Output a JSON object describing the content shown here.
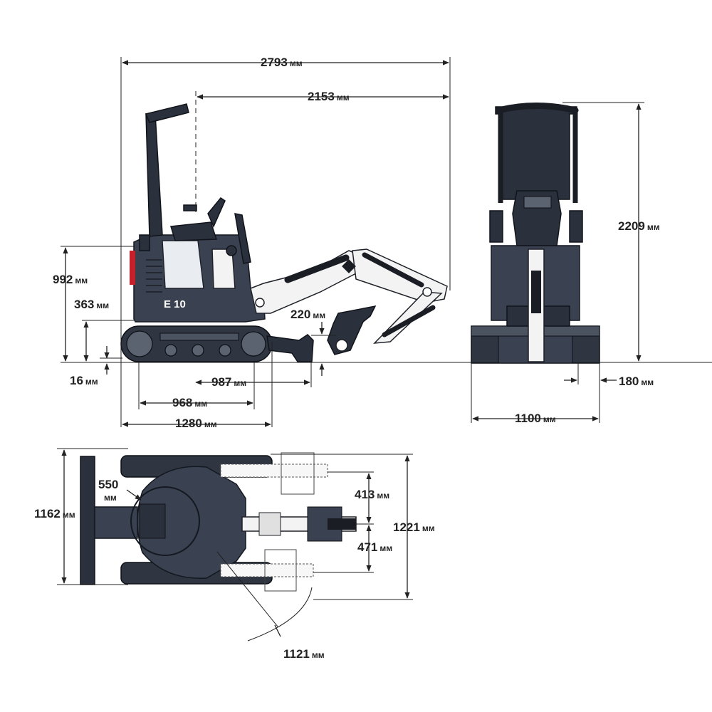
{
  "model_badge": "E 10",
  "unit": "мм",
  "colors": {
    "machine_body": "#3a4150",
    "boom": "#f3f3f3",
    "dimension_lines": "#222222",
    "tail_light": "#c8202a"
  },
  "side_view": {
    "overall_length": "2793",
    "boom_reach": "2153",
    "height_to_cab_top": "992",
    "counterweight_clearance": "363",
    "ground_clearance": "16",
    "blade_lift": "220",
    "blade_offset": "987",
    "track_contact": "968",
    "track_length": "1280"
  },
  "front_view": {
    "overall_height": "2209",
    "track_width": "180",
    "overall_width": "1100"
  },
  "top_view": {
    "blade_width": "1162",
    "tail_swing_radius": "550",
    "offset_left": "413",
    "offset_right": "471",
    "max_width": "1221",
    "swing_radius": "1121"
  }
}
